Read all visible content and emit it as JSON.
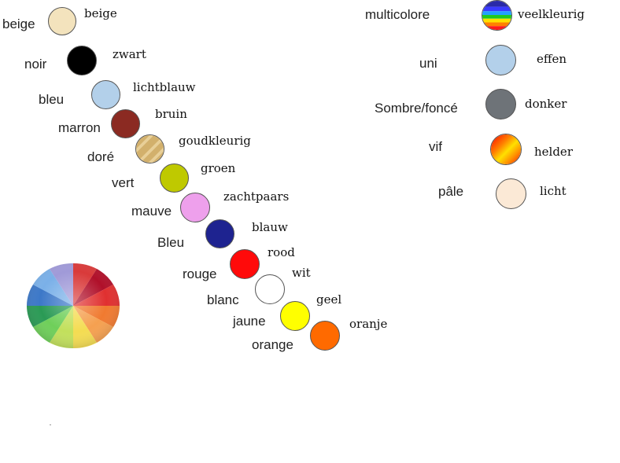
{
  "left_column": [
    {
      "fr": "beige",
      "nl": "beige",
      "color": "#f3e3bd"
    },
    {
      "fr": "noir",
      "nl": "zwart",
      "color": "#000000"
    },
    {
      "fr": "bleu",
      "nl": "lichtblauw",
      "color": "#b3d0ea"
    },
    {
      "fr": "marron",
      "nl": "bruin",
      "color": "#8b2a22"
    },
    {
      "fr": "doré",
      "nl": "goudkleurig",
      "color": "#d2b06c",
      "pattern": "gold-stripes"
    },
    {
      "fr": "vert",
      "nl": "groen",
      "color": "#bfc900"
    },
    {
      "fr": "mauve",
      "nl": "zachtpaars",
      "color": "#eea0ec"
    },
    {
      "fr": "Bleu",
      "nl": "blauw",
      "color": "#1e2390"
    },
    {
      "fr": "rouge",
      "nl": "rood",
      "color": "#ff0a0a"
    },
    {
      "fr": "blanc",
      "nl": "wit",
      "color": "#ffffff"
    },
    {
      "fr": "jaune",
      "nl": "geel",
      "color": "#ffff00"
    },
    {
      "fr": "orange",
      "nl": "oranje",
      "color": "#ff6a00"
    }
  ],
  "right_column": [
    {
      "fr": "multicolore",
      "nl": "veelkleurig",
      "color": "#3a3aff",
      "pattern": "rainbow"
    },
    {
      "fr": "uni",
      "nl": "effen",
      "color": "#b3d0ea"
    },
    {
      "fr": "Sombre/foncé",
      "nl": "donker",
      "color": "#6e7378"
    },
    {
      "fr": "vif",
      "nl": "helder",
      "color": "#ff7a00",
      "pattern": "vivid-gradient"
    },
    {
      "fr": "pâle",
      "nl": "licht",
      "color": "#fbe9d6"
    }
  ],
  "wheel": {
    "icon": "umbrella-color-wheel-icon"
  }
}
